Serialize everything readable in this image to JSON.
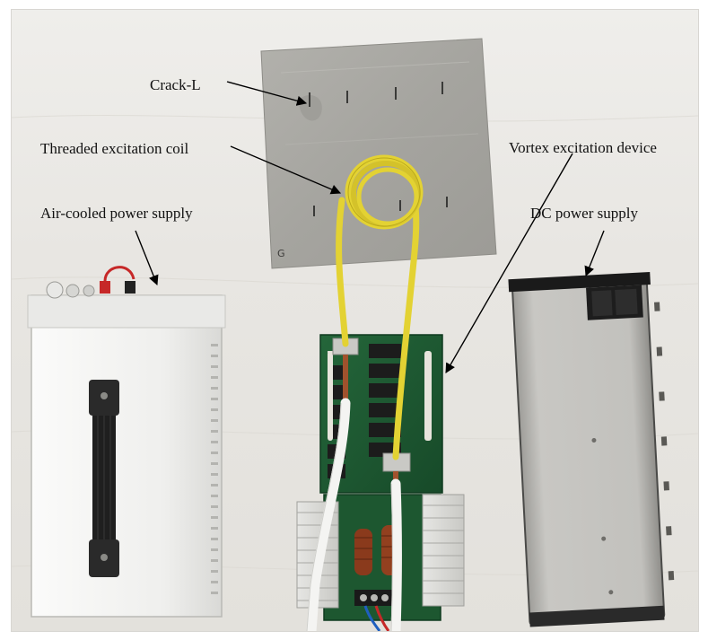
{
  "labels": {
    "crack": "Crack-L",
    "coil": "Threaded excitation coil",
    "air_supply": "Air-cooled power supply",
    "vortex_device": "Vortex excitation device",
    "dc_supply": "DC power supply"
  },
  "colors": {
    "background": "#e9e7e3",
    "plate": "#a8a7a2",
    "coil": "#e3d233",
    "pcb": "#1f5b33",
    "psu_body": "#f1f1f0",
    "dc_case": "#bdbcb8",
    "label_text": "#111111"
  }
}
